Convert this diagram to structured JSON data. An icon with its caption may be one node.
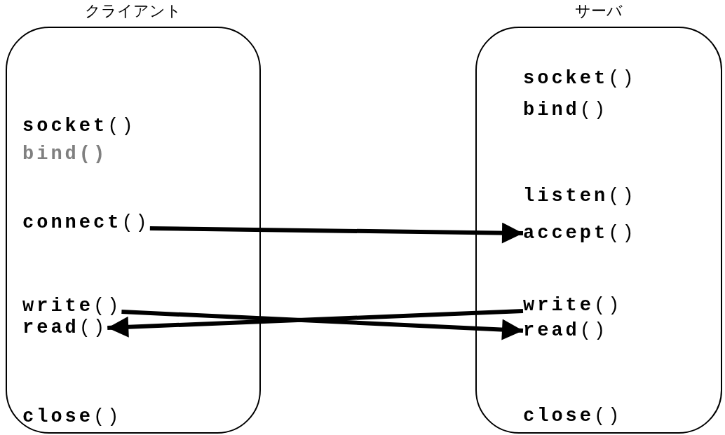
{
  "diagram": {
    "nodes": [
      {
        "text": [
          "クライアント"
        ]
      },
      {
        "text": [
          "**socket**()"
        ],
        "in": 0
      },
      {
        "text": [
          "bind()"
        ],
        "in": 0
      },
      {
        "text": [
          "**connect**()"
        ],
        "in": 0
      },
      {
        "text": [
          "**write**()"
        ],
        "in": 0
      },
      {
        "text": [
          "**read**()"
        ],
        "in": 0
      },
      {
        "text": [
          "**close**()"
        ],
        "in": 0
      },
      {
        "text": [
          "サーバ"
        ]
      },
      {
        "text": [
          "**socket**()"
        ],
        "in": 7
      },
      {
        "text": [
          "**bind**()"
        ],
        "in": 7
      },
      {
        "text": [
          "**listen**()"
        ],
        "in": 7
      },
      {
        "text": [
          "**accept**()"
        ],
        "in": 7
      },
      {
        "text": [
          "**write**()"
        ],
        "in": 7
      },
      {
        "text": [
          "**read**()"
        ],
        "in": 7
      },
      {
        "text": [
          "**close**()"
        ],
        "in": 7
      }
    ],
    "edges": [
      {
        "from": 3,
        "to": 11,
        "arrow": "to"
      },
      {
        "from": 4,
        "to": 13,
        "arrow": "to"
      },
      {
        "from": 12,
        "to": 5,
        "arrow": "to"
      }
    ]
  }
}
